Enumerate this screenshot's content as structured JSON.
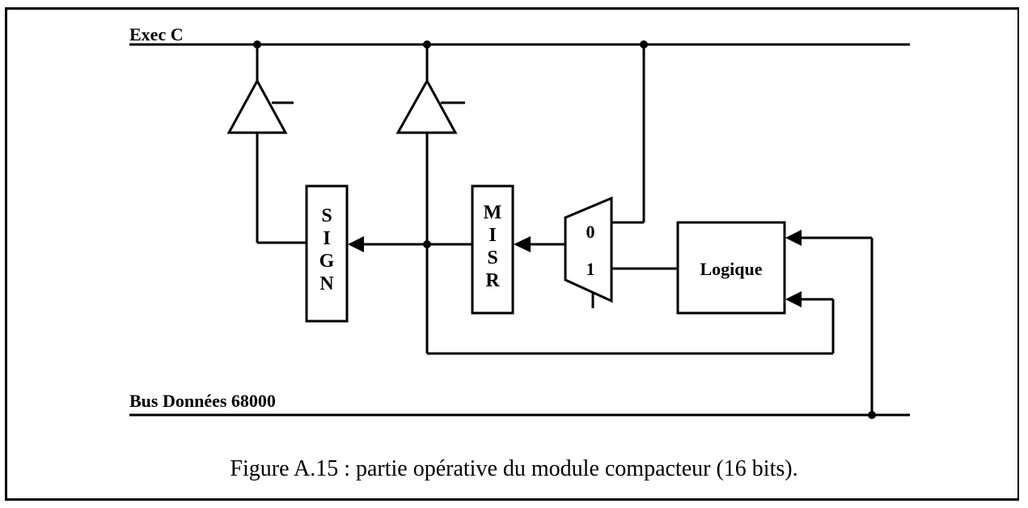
{
  "diagram": {
    "bus_top_label": "Exec C",
    "bus_bottom_label": "Bus Données 68000",
    "sign_block": {
      "letters": [
        "S",
        "I",
        "G",
        "N"
      ]
    },
    "misr_block": {
      "letters": [
        "M",
        "I",
        "S",
        "R"
      ]
    },
    "mux": {
      "input0": "0",
      "input1": "1"
    },
    "logic_block": {
      "label": "Logique"
    }
  },
  "caption": "Figure A.15 : partie opérative du module compacteur (16 bits)."
}
